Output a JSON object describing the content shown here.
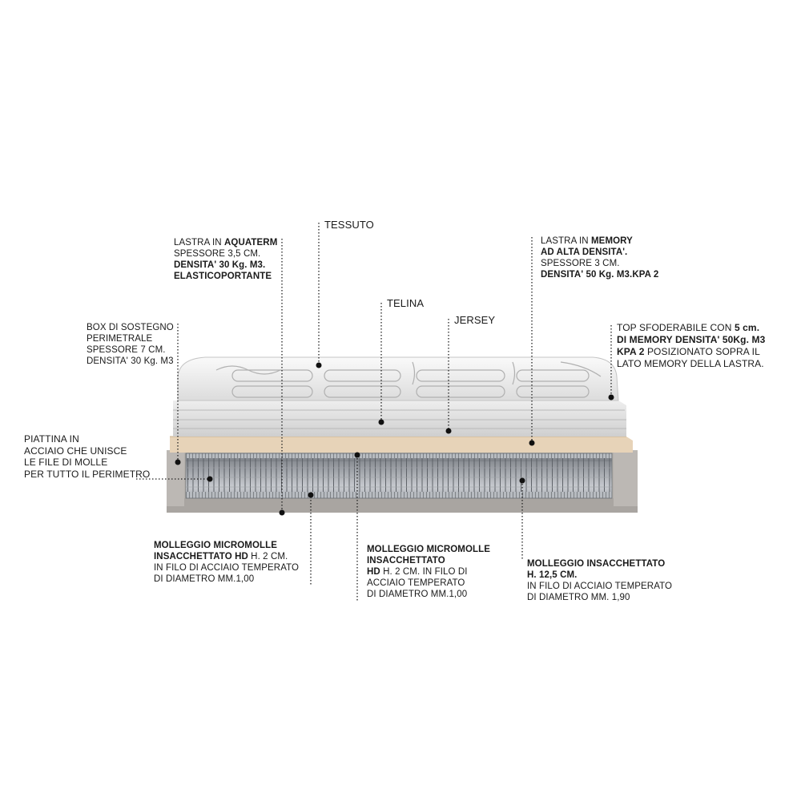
{
  "labels": {
    "tessuto": "TESSUTO",
    "telina": "TELINA",
    "jersey": "JERSEY",
    "aquaterm": {
      "l1a": "LASTRA IN ",
      "l1b": "AQUATERM",
      "l2": "SPESSORE 3,5 CM.",
      "l3": "DENSITA' 30 Kg. M3.",
      "l4": "ELASTICOPORTANTE"
    },
    "memory": {
      "l1a": "LASTRA IN ",
      "l1b": "MEMORY",
      "l2": "AD ALTA DENSITA'.",
      "l3": "SPESSORE 3 CM.",
      "l4": "DENSITA' 50 Kg. M3.KPA 2"
    },
    "box": {
      "l1": "BOX DI SOSTEGNO",
      "l2": "PERIMETRALE",
      "l3": "SPESSORE 7 CM.",
      "l4": "DENSITA' 30 Kg. M3"
    },
    "top": {
      "l1a": "TOP SFODERABILE CON ",
      "l1b": "5 cm.",
      "l2": "DI MEMORY DENSITA' 50Kg. M3",
      "l3a": "KPA 2",
      "l3b": " POSIZIONATO SOPRA IL",
      "l4": "LATO MEMORY DELLA LASTRA."
    },
    "piattina": {
      "l1": "PIATTINA IN",
      "l2": "ACCIAIO CHE UNISCE",
      "l3": "LE FILE DI MOLLE",
      "l4": "PER TUTTO IL PERIMETRO"
    },
    "micro_hd": {
      "l1": "MOLLEGGIO MICROMOLLE",
      "l2a": "INSACCHETTATO HD",
      "l2b": " H. 2 CM.",
      "l3": "IN FILO DI ACCIAIO TEMPERATO",
      "l4": "DI DIAMETRO MM.1,00"
    },
    "micro_center": {
      "l1": "MOLLEGGIO MICROMOLLE",
      "l2": "INSACCHETTATO",
      "l3a": "HD",
      "l3b": " H. 2 CM. IN FILO DI",
      "l4": "ACCIAIO TEMPERATO",
      "l5": "DI DIAMETRO MM.1,00"
    },
    "insacchettato": {
      "l1": "MOLLEGGIO INSACCHETTATO",
      "l2": "H. 12,5 CM.",
      "l3": "IN FILO DI ACCIAIO TEMPERATO",
      "l4": "DI DIAMETRO MM. 1,90"
    }
  }
}
